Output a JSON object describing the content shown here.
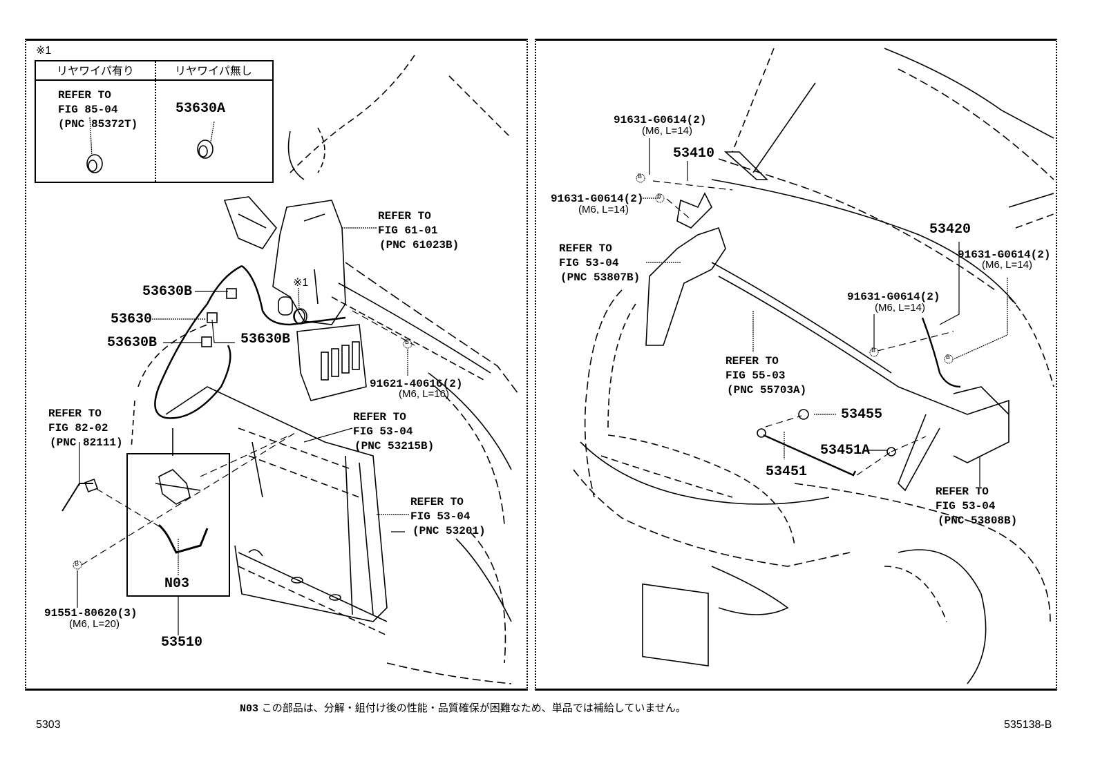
{
  "inset": {
    "marker": "※1",
    "col_with_wiper": "リヤワイパ有り",
    "col_without_wiper": "リヤワイパ無し",
    "with_wiper_ref": [
      "REFER TO",
      "FIG 85-04",
      "(PNC 85372T)"
    ],
    "without_wiper_part": "53630A"
  },
  "left_panel": {
    "ref_61_01": [
      "REFER TO",
      "FIG 61-01",
      "(PNC 61023B)"
    ],
    "marker_x1": "※1",
    "parts": {
      "p53630B_a": "53630B",
      "p53630": "53630",
      "p53630B_b": "53630B",
      "p53630B_c": "53630B",
      "p53510": "53510",
      "n03": "N03"
    },
    "bolt_91621": {
      "part": "91621-40616(2)",
      "spec": "(M6, L=16)",
      "tag": "B"
    },
    "ref_82_02": [
      "REFER TO",
      "FIG 82-02",
      "(PNC 82111)"
    ],
    "ref_53215b": [
      "REFER TO",
      "FIG 53-04",
      "(PNC 53215B)"
    ],
    "ref_53201": [
      "REFER TO",
      "FIG 53-04",
      "(PNC 53201)"
    ],
    "bolt_91551": {
      "part": "91551-80620(3)",
      "spec": "(M6, L=20)",
      "tag": "B"
    }
  },
  "right_panel": {
    "bolt_top": {
      "part": "91631-G0614(2)",
      "spec": "(M6, L=14)",
      "tag": "B"
    },
    "p53410": "53410",
    "bolt_left": {
      "part": "91631-G0614(2)",
      "spec": "(M6, L=14)",
      "tag": "B"
    },
    "ref_53807b": [
      "REFER TO",
      "FIG 53-04",
      "(PNC 53807B)"
    ],
    "p53420": "53420",
    "bolt_right": {
      "part": "91631-G0614(2)",
      "spec": "(M6, L=14)",
      "tag": "B"
    },
    "bolt_mid": {
      "part": "91631-G0614(2)",
      "spec": "(M6, L=14)",
      "tag": "B"
    },
    "ref_55703a": [
      "REFER TO",
      "FIG 55-03",
      "(PNC 55703A)"
    ],
    "p53455": "53455",
    "p53451A": "53451A",
    "p53451": "53451",
    "ref_53808b": [
      "REFER TO",
      "FIG 53-04",
      "(PNC 53808B)"
    ]
  },
  "footer": {
    "note_code": "N03",
    "note_text": " この部品は、分解・組付け後の性能・品質確保が困難なため、単品では補給していません。",
    "page_left": "5303",
    "page_right": "535138-B"
  }
}
